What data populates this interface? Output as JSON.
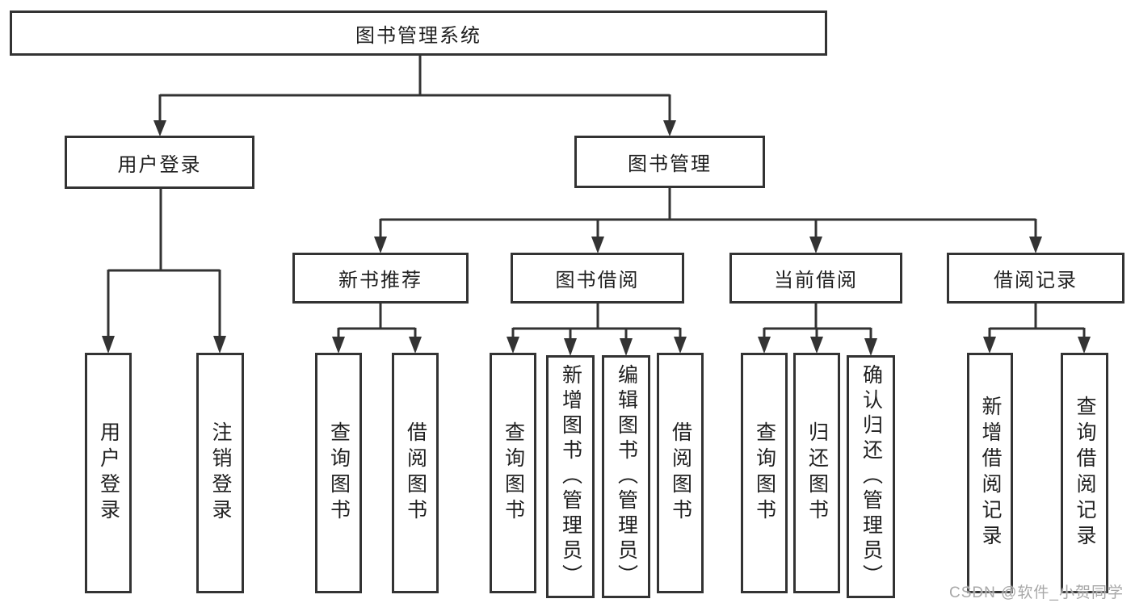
{
  "tree": {
    "root": {
      "label": "图书管理系统"
    },
    "level2": [
      {
        "label": "用户登录"
      },
      {
        "label": "图书管理"
      }
    ],
    "level3": [
      {
        "label": "新书推荐"
      },
      {
        "label": "图书借阅"
      },
      {
        "label": "当前借阅"
      },
      {
        "label": "借阅记录"
      }
    ],
    "leaves": [
      {
        "label": "用户登录"
      },
      {
        "label": "注销登录"
      },
      {
        "label": "查询图书"
      },
      {
        "label": "借阅图书"
      },
      {
        "label": "查询图书"
      },
      {
        "label": "新增图书（管理员）"
      },
      {
        "label": "编辑图书（管理员）"
      },
      {
        "label": "借阅图书"
      },
      {
        "label": "查询图书"
      },
      {
        "label": "归还图书"
      },
      {
        "label": "确认归还（管理员）"
      },
      {
        "label": "新增借阅记录"
      },
      {
        "label": "查询借阅记录"
      }
    ]
  },
  "watermark": {
    "text": "CSDN @软件_小贺同学"
  },
  "colors": {
    "line": "#333333",
    "box_border": "#333333",
    "box_fill": "#ffffff",
    "text": "#1f1f1f",
    "watermark": "#a8a8a8",
    "background": "#ffffff"
  }
}
